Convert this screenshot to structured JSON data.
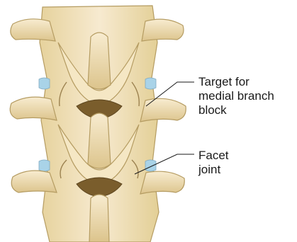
{
  "labels": {
    "target": {
      "line1": "Target for",
      "line2": "medial branch",
      "line3": "block"
    },
    "facet": {
      "line1": "Facet",
      "line2": "joint"
    }
  },
  "colors": {
    "bone": "#f3e3b6",
    "bone_shadow": "#d9c38c",
    "bone_dark": "#a8905a",
    "disc": "#a9d3e8",
    "leader": "#1a1a1a"
  }
}
